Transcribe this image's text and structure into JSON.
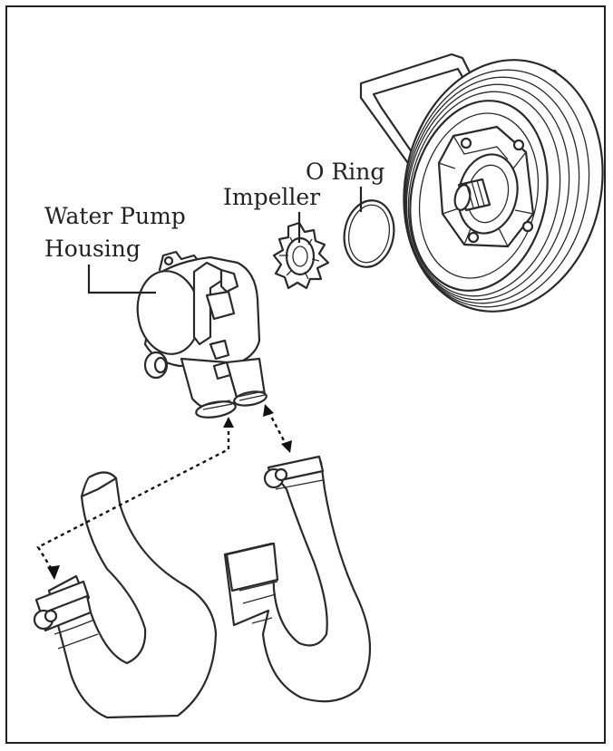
{
  "labels": {
    "housing_line1": "Water Pump",
    "housing_line2": "Housing",
    "impeller": "Impeller",
    "o_ring": "O Ring"
  },
  "colors": {
    "ink": "#222222",
    "paper": "#ffffff"
  }
}
